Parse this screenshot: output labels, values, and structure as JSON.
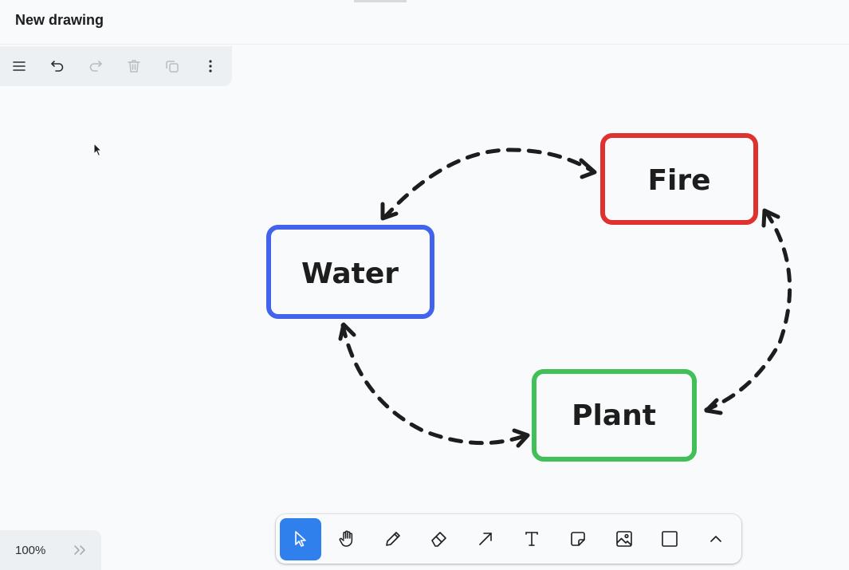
{
  "document": {
    "title": "New drawing"
  },
  "menu": {
    "buttons": [
      {
        "name": "main-menu-button",
        "icon": "hamburger-icon",
        "enabled": true
      },
      {
        "name": "undo-button",
        "icon": "undo-icon",
        "enabled": true
      },
      {
        "name": "redo-button",
        "icon": "redo-icon",
        "enabled": false
      },
      {
        "name": "delete-button",
        "icon": "trash-icon",
        "enabled": false
      },
      {
        "name": "duplicate-button",
        "icon": "duplicate-icon",
        "enabled": false
      },
      {
        "name": "more-button",
        "icon": "more-vertical-icon",
        "enabled": true
      }
    ]
  },
  "canvas": {
    "shapes": [
      {
        "name": "fire-box",
        "label": "Fire",
        "color": "#e03131"
      },
      {
        "name": "water-box",
        "label": "Water",
        "color": "#4263eb"
      },
      {
        "name": "plant-box",
        "label": "Plant",
        "color": "#40c057"
      }
    ],
    "arrows": [
      {
        "name": "arrow-water-fire",
        "style": "dashed",
        "color": "#1d1d1d",
        "ends": "both"
      },
      {
        "name": "arrow-fire-plant",
        "style": "dashed",
        "color": "#1d1d1d",
        "ends": "both"
      },
      {
        "name": "arrow-plant-water",
        "style": "dashed",
        "color": "#1d1d1d",
        "ends": "both"
      }
    ]
  },
  "zoom": {
    "label": "100%"
  },
  "toolbar": {
    "active_tool": "select",
    "accent": "#2f80ed",
    "tools": [
      {
        "name": "select",
        "icon": "pointer-icon"
      },
      {
        "name": "hand",
        "icon": "hand-icon"
      },
      {
        "name": "draw",
        "icon": "pencil-icon"
      },
      {
        "name": "eraser",
        "icon": "eraser-icon"
      },
      {
        "name": "arrow",
        "icon": "arrow-icon"
      },
      {
        "name": "text",
        "icon": "text-icon"
      },
      {
        "name": "note",
        "icon": "sticky-note-icon"
      },
      {
        "name": "media",
        "icon": "image-icon"
      },
      {
        "name": "rectangle",
        "icon": "rectangle-icon"
      },
      {
        "name": "more-tools",
        "icon": "chevron-up-icon"
      }
    ]
  }
}
